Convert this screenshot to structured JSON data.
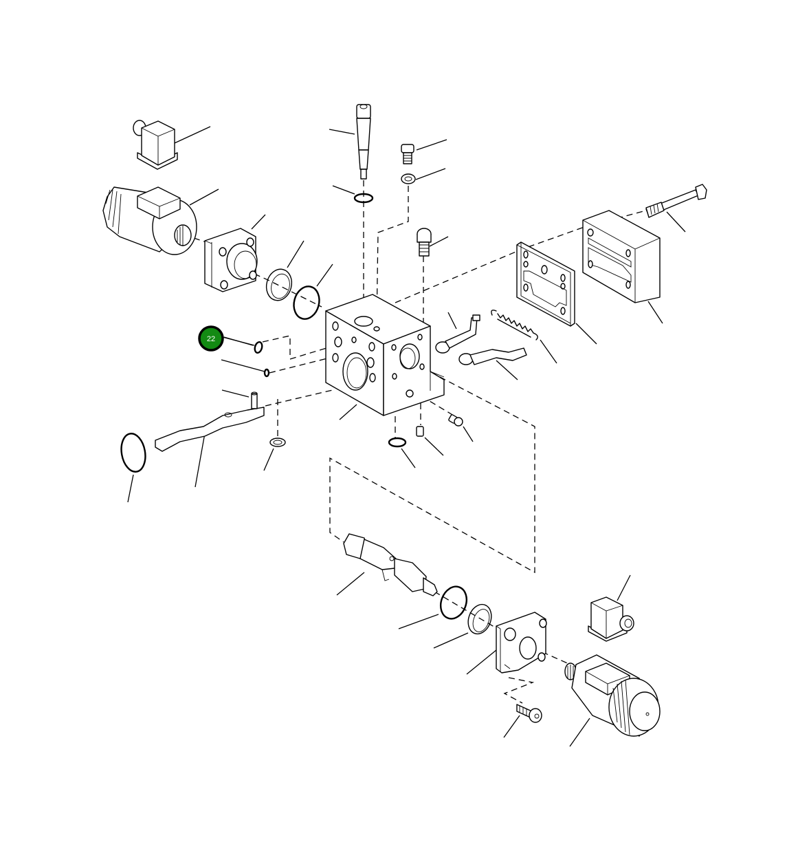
{
  "diagram": {
    "type": "exploded-parts-view",
    "subject": "hydraulic solenoid valve assembly",
    "background": "#ffffff",
    "line_color": "#000000"
  },
  "callouts": [
    {
      "label": "22",
      "fill": "#138a13",
      "text_color": "#ffffff",
      "target": "small-o-ring-upper-left"
    }
  ],
  "parts": [
    "connector-plug-upper-left",
    "solenoid-coil-upper-left",
    "adapter-plate-upper-left",
    "backup-ring-upper",
    "o-ring-upper",
    "manual-override-pin",
    "o-ring-pin",
    "plug-screw-top",
    "washer-top",
    "socket-screw-top",
    "valve-body",
    "small-o-ring-upper-left",
    "small-o-ring-lower-left",
    "gasket-plate",
    "cover-block",
    "long-bolt",
    "spring",
    "lever-upper",
    "lever-lower",
    "lever-arm-left",
    "large-o-ring-left",
    "washer-bottom",
    "o-ring-bottom",
    "dowel-pin",
    "plug-screw-right",
    "spool",
    "o-ring-lower",
    "backup-ring-lower",
    "adapter-plate-lower-right",
    "connector-plug-lower-right",
    "socket-screw-lower",
    "solenoid-coil-lower-right"
  ]
}
